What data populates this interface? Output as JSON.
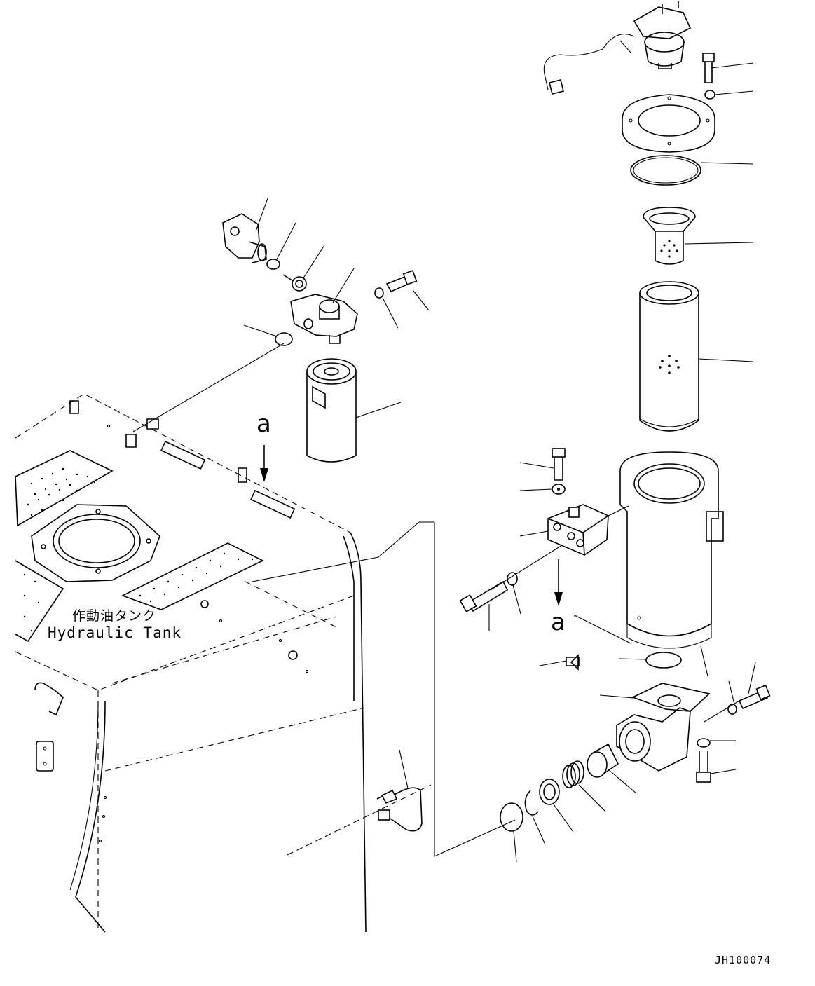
{
  "labels": {
    "tank_jp": "作動油タンク",
    "tank_en": "Hydraulic Tank",
    "view_mark_top": "a",
    "view_mark_bottom": "a",
    "drawing_code": "JH100074"
  },
  "icons": {
    "tank": "hydraulic-tank",
    "spin_on_filter": "spin-on-filter-cartridge",
    "filter_head": "filter-head",
    "strainer_element": "return-filter-element",
    "filter_case": "filter-case",
    "sensor": "temperature-sensor",
    "check_valve": "bypass-check-valve"
  }
}
